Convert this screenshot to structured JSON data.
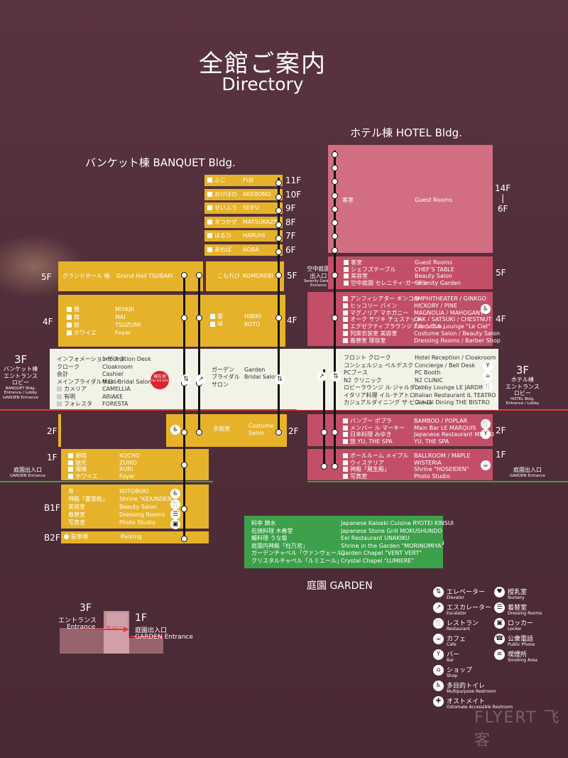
{
  "title": {
    "jp": "全館ご案内",
    "en": "Directory"
  },
  "banquet_title": "バンケット棟 BANQUET Bldg.",
  "hotel_title": "ホテル棟 HOTEL Bldg.",
  "banquet_upper": [
    {
      "jp": "ふじ",
      "en": "FUJI",
      "floor": "11F"
    },
    {
      "jp": "おけぼの",
      "en": "AKEBONO",
      "floor": "10F"
    },
    {
      "jp": "せいふう",
      "en": "SEIFU",
      "floor": "9F"
    },
    {
      "jp": "まつかぜ",
      "en": "MATSUKAZE",
      "floor": "8F"
    },
    {
      "jp": "はるひ",
      "en": "HARUHI",
      "floor": "7F"
    },
    {
      "jp": "あおば",
      "en": "AOBA",
      "floor": "6F"
    }
  ],
  "b5f": {
    "floor": "5F",
    "left_jp": "グランドホール 椿",
    "left_en": "Grand Hall TSUBAKI",
    "right_jp": "こもれび",
    "right_en": "KOMOREBI",
    "right_floor": "5F"
  },
  "b4f": {
    "floor": "4F",
    "items": [
      [
        "雅",
        "MIYABI"
      ],
      [
        "舞",
        "MAI"
      ],
      [
        "鼓",
        "TSUZUMI"
      ],
      [
        "ホワイエ",
        "Foyer"
      ]
    ],
    "right": [
      [
        "響",
        "HIBIKI"
      ],
      [
        "琴",
        "KOTO"
      ]
    ],
    "right_floor": "4F"
  },
  "b3f": {
    "side": [
      "3F",
      "バンケット棟",
      "エントランス",
      "ロビー",
      "BANQUET Bldg.",
      "Entrance / Lobby",
      "GARDEN Entrance"
    ],
    "items": [
      [
        "インフォメーションデスク",
        "Information Desk"
      ],
      [
        "クローク",
        "Cloakroom"
      ],
      [
        "会計",
        "Cashier"
      ],
      [
        "メインブライダルサロン",
        "Main Bridal Salon"
      ],
      [
        "カメリア",
        "CAMELLIA"
      ],
      [
        "有明",
        "ARIAKE"
      ],
      [
        "フォレスタ",
        "FORESTA"
      ]
    ],
    "here": "現在地",
    "here_en": "You are here",
    "garden_jp": "ガーデン ブライダルサロン",
    "garden_en": "Garden Bridal Salon"
  },
  "b2f": {
    "floor": "2F",
    "jp": "衣装室",
    "en": "Costume Salon",
    "right_floor": "2F"
  },
  "b1f": {
    "floor": "1F",
    "items": [
      [
        "胡蝶",
        "KOCHO"
      ],
      [
        "瑞光",
        "ZUIKO"
      ],
      [
        "瑠璃",
        "RURI"
      ],
      [
        "ホワイエ",
        "Foyer"
      ]
    ],
    "garden_entrance": [
      "庭園出入口",
      "GARDEN Entrance"
    ]
  },
  "bb1f": {
    "floor": "B1F",
    "items": [
      [
        "寿",
        "KOTOBUKI"
      ],
      [
        "神殿「慶雲殿」",
        "Shrine \"KEIUNDEN\""
      ],
      [
        "美容室",
        "Beauty Salon"
      ],
      [
        "着替室",
        "Dressing Rooms"
      ],
      [
        "写真室",
        "Photo Studio"
      ]
    ]
  },
  "bb2f": {
    "floor": "B2F",
    "jp": "駐車場",
    "en": "Parking"
  },
  "hotel_rooms": {
    "jp": "客室",
    "en": "Guest Rooms",
    "floor": "14F",
    "floor_sep": "|",
    "floor_to": "6F"
  },
  "h5f": {
    "floor": "5F",
    "left_label": [
      "空中庭園",
      "出入口",
      "Serenity Garden",
      "Entrance"
    ],
    "items": [
      [
        "客室",
        "Guest Rooms"
      ],
      [
        "シェフズテーブル",
        "CHEF'S TABLE"
      ],
      [
        "美容室",
        "Beauty Salon"
      ],
      [
        "空中庭園 セレニティ·ガーデン",
        "Serenity Garden"
      ]
    ]
  },
  "h4f": {
    "floor": "4F",
    "items": [
      [
        "アンフィシアター  ギンコウ",
        "AMPHITHEATER / GINKGO"
      ],
      [
        "ヒッコリー  パイン",
        "HICKORY / PINE"
      ],
      [
        "マグノリア  マホガニー",
        "MAGNOLIA / MAHOGANY"
      ],
      [
        "オーク  サツキ  チェスナット",
        "OAK / SATSUKI / CHESTNUT"
      ],
      [
        "エグゼクティブラウンジ「ル·シエル」",
        "Executive Lounge \"Le Ciel\""
      ],
      [
        "列席衣装室  美容室",
        "Costume Salon / Beauty Salon"
      ],
      [
        "着替室  理容室",
        "Dressing Rooms / Barber Shop"
      ]
    ]
  },
  "h3f": {
    "side": [
      "3F",
      "ホテル棟",
      "エントランス",
      "ロビー",
      "HOTEL Bldg.",
      "Entrance / Lobby"
    ],
    "items": [
      [
        "フロント  クローク",
        "Hotel Reception / Cloakroom"
      ],
      [
        "コンシェルジュ  ベルデスク",
        "Concierge / Bell Desk"
      ],
      [
        "PCブース",
        "PC Booth"
      ],
      [
        "N2 クリニック",
        "N2 CLINIC"
      ],
      [
        "ロビーラウンジ ル·ジャルダン",
        "Lobby Lounge LE JARDIN"
      ],
      [
        "イタリア料理 イル·テアトロ",
        "Italian Restaurant IL TEATRO"
      ],
      [
        "カジュアルダイニング ザ·ビストロ",
        "Casual Dining THE BISTRO"
      ]
    ]
  },
  "h2f": {
    "floor": "2F",
    "items": [
      [
        "バンブー  ポプラ",
        "BAMBOO / POPLAR"
      ],
      [
        "メンバー ル·マーキー",
        "Main Bar LE MARQUIS"
      ],
      [
        "日本料理 みゆき",
        "Japanese Restaurant MIYUKI"
      ],
      [
        "悠 YU, THE SPA",
        "YU, THE SPA"
      ]
    ]
  },
  "h1f": {
    "floor": "1F",
    "items": [
      [
        "ボールルーム  メイプル",
        "BALLROOM / MAPLE"
      ],
      [
        "ウィステリア",
        "WISTERIA"
      ],
      [
        "神殿「鳳生殿」",
        "Shrine \"HOSEIDEN\""
      ],
      [
        "写真室",
        "Photo Studio"
      ]
    ],
    "garden_entrance": [
      "庭園出入口",
      "GARDEN Entrance"
    ]
  },
  "garden_box": [
    [
      "料亭 錦水",
      "Japanese Kaiseki Cuisine RYOTEI KINSUI"
    ],
    [
      "石焼料理 木春堂",
      "Japanese Stone Grill MOKUSHUNDO"
    ],
    [
      "鰻料理 うな菊",
      "Eel Restaurant UNAKIKU"
    ],
    [
      "庭園内神殿「杜乃宮」",
      "Shrine in the Garden \"MORINOMIYA\""
    ],
    [
      "ガーデンチャペル「ヴァンヴェール」",
      "Garden Chapel \"VENT VERT\""
    ],
    [
      "クリスタルチャペル「ルミエール」",
      "Crystal Chapel \"LUMIERE\""
    ]
  ],
  "garden_title": "庭園 GARDEN",
  "section": {
    "top_floor": "3F",
    "top_jp": "エントランス",
    "top_en": "Entrance",
    "bottom_floor": "1F",
    "bottom_jp": "庭園出入口",
    "bottom_en": "GARDEN Entrance",
    "mid": "3F ロビー"
  },
  "legend": [
    {
      "icon": "elevator-icon",
      "jp": "エレベーター",
      "en": "Elevator"
    },
    {
      "icon": "escalator-icon",
      "jp": "エスカレーター",
      "en": "Escalator"
    },
    {
      "icon": "restaurant-icon",
      "jp": "レストラン",
      "en": "Restaurant"
    },
    {
      "icon": "cafe-icon",
      "jp": "カフェ",
      "en": "Cafe"
    },
    {
      "icon": "bar-icon",
      "jp": "バー",
      "en": "Bar"
    },
    {
      "icon": "shop-icon",
      "jp": "ショップ",
      "en": "Shop"
    },
    {
      "icon": "restroom-icon",
      "jp": "多目的トイレ",
      "en": "Multipurpose Restroom"
    },
    {
      "icon": "ostomate-icon",
      "jp": "オストメイト",
      "en": "Ostomate Accessible Restroom"
    }
  ],
  "legend_right": [
    {
      "icon": "nursery-icon",
      "jp": "授乳室",
      "en": "Nursery"
    },
    {
      "icon": "dressing-icon",
      "jp": "着替室",
      "en": "Dressing Rooms"
    },
    {
      "icon": "locker-icon",
      "jp": "ロッカー",
      "en": "Locker"
    },
    {
      "icon": "phone-icon",
      "jp": "公衆電話",
      "en": "Public Phone"
    },
    {
      "icon": "smoking-icon",
      "jp": "喫煙所",
      "en": "Smoking Area"
    }
  ],
  "watermark": "FLYERT 飞客"
}
